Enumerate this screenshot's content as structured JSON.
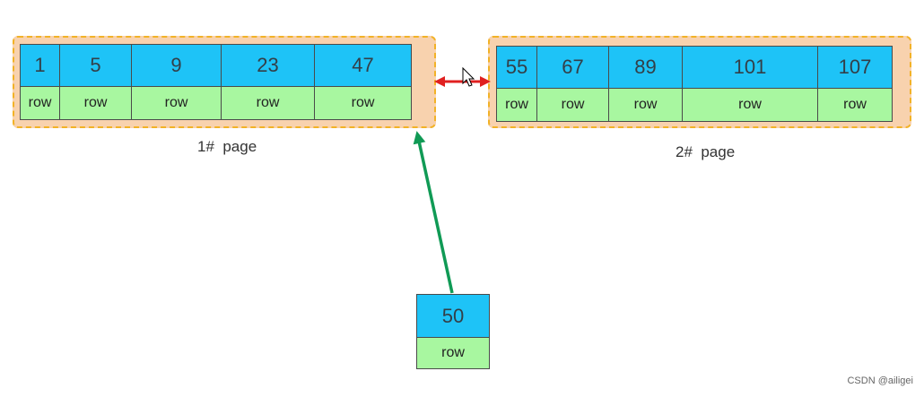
{
  "pages": [
    {
      "label": "1#  page",
      "records": [
        {
          "key": "1",
          "row": "row"
        },
        {
          "key": "5",
          "row": "row"
        },
        {
          "key": "9",
          "row": "row"
        },
        {
          "key": "23",
          "row": "row"
        },
        {
          "key": "47",
          "row": "row"
        }
      ]
    },
    {
      "label": "2#  page",
      "records": [
        {
          "key": "55",
          "row": "row"
        },
        {
          "key": "67",
          "row": "row"
        },
        {
          "key": "89",
          "row": "row"
        },
        {
          "key": "101",
          "row": "row"
        },
        {
          "key": "107",
          "row": "row"
        }
      ]
    }
  ],
  "new_record": {
    "key": "50",
    "row": "row"
  },
  "colors": {
    "page_fill": "#f8d2ae",
    "page_border": "#f2b227",
    "key_fill": "#1ec3f7",
    "row_fill": "#a8f7a0",
    "link_arrow": "#e02020",
    "insert_arrow": "#109a55"
  },
  "watermark": "CSDN @ailigei"
}
